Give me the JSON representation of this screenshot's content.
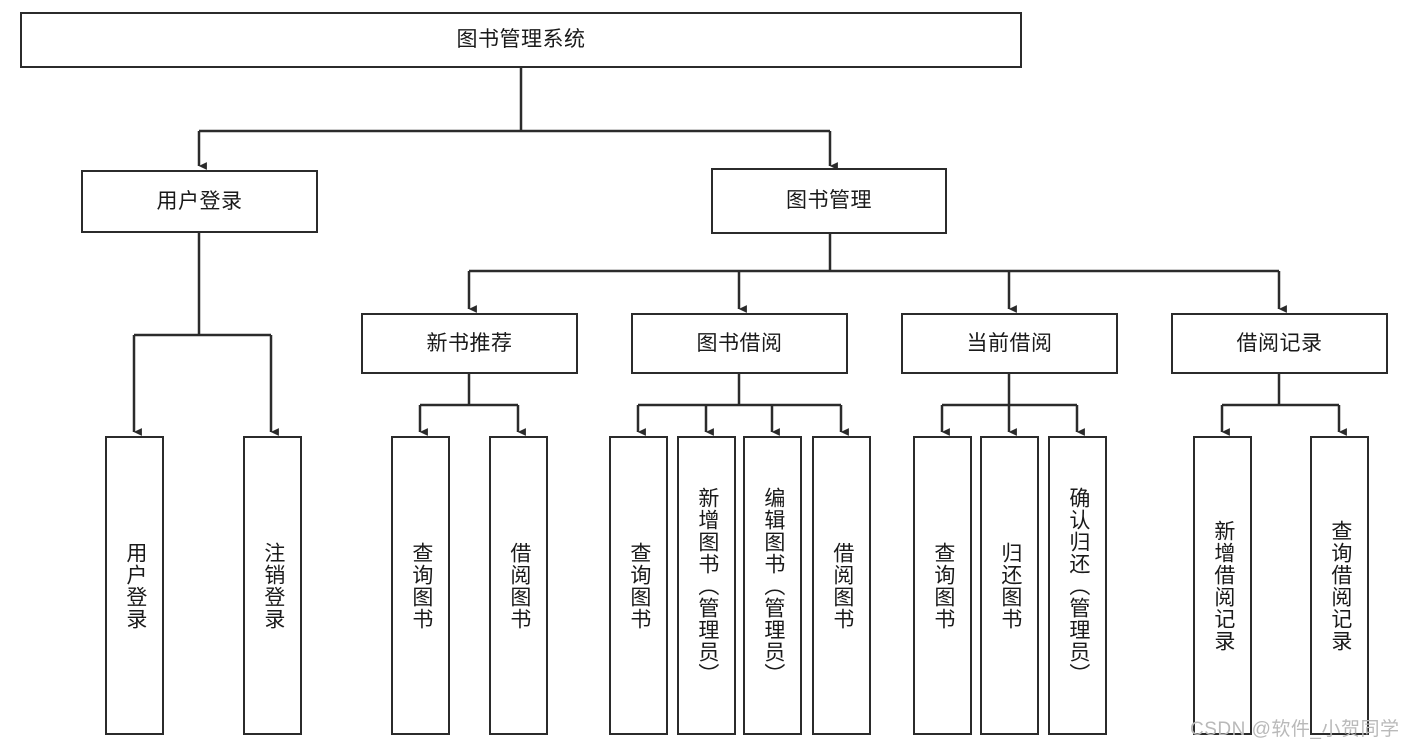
{
  "diagram": {
    "title": "图书管理系统",
    "type": "tree-hierarchy-diagram",
    "colors": {
      "stroke": "#2b2b2b",
      "background": "#ffffff",
      "text": "#1a1a1a",
      "watermark": "#b9b9b9"
    },
    "root": {
      "label": "图书管理系统"
    },
    "level1": [
      {
        "label": "用户登录"
      },
      {
        "label": "图书管理"
      }
    ],
    "level2": [
      {
        "label": "新书推荐"
      },
      {
        "label": "图书借阅"
      },
      {
        "label": "当前借阅"
      },
      {
        "label": "借阅记录"
      }
    ],
    "leaves": {
      "user_login": [
        {
          "label": "用户登录"
        },
        {
          "label": "注销登录"
        }
      ],
      "new_book_recommend": [
        {
          "label": "查询图书"
        },
        {
          "label": "借阅图书"
        }
      ],
      "book_borrow": [
        {
          "label": "查询图书"
        },
        {
          "label": "新增图书（管理员）"
        },
        {
          "label": "编辑图书（管理员）"
        },
        {
          "label": "借阅图书"
        }
      ],
      "current_borrow": [
        {
          "label": "查询图书"
        },
        {
          "label": "归还图书"
        },
        {
          "label": "确认归还（管理员）"
        }
      ],
      "borrow_record": [
        {
          "label": "新增借阅记录"
        },
        {
          "label": "查询借阅记录"
        }
      ]
    },
    "watermark": "CSDN @软件_小贺同学"
  }
}
